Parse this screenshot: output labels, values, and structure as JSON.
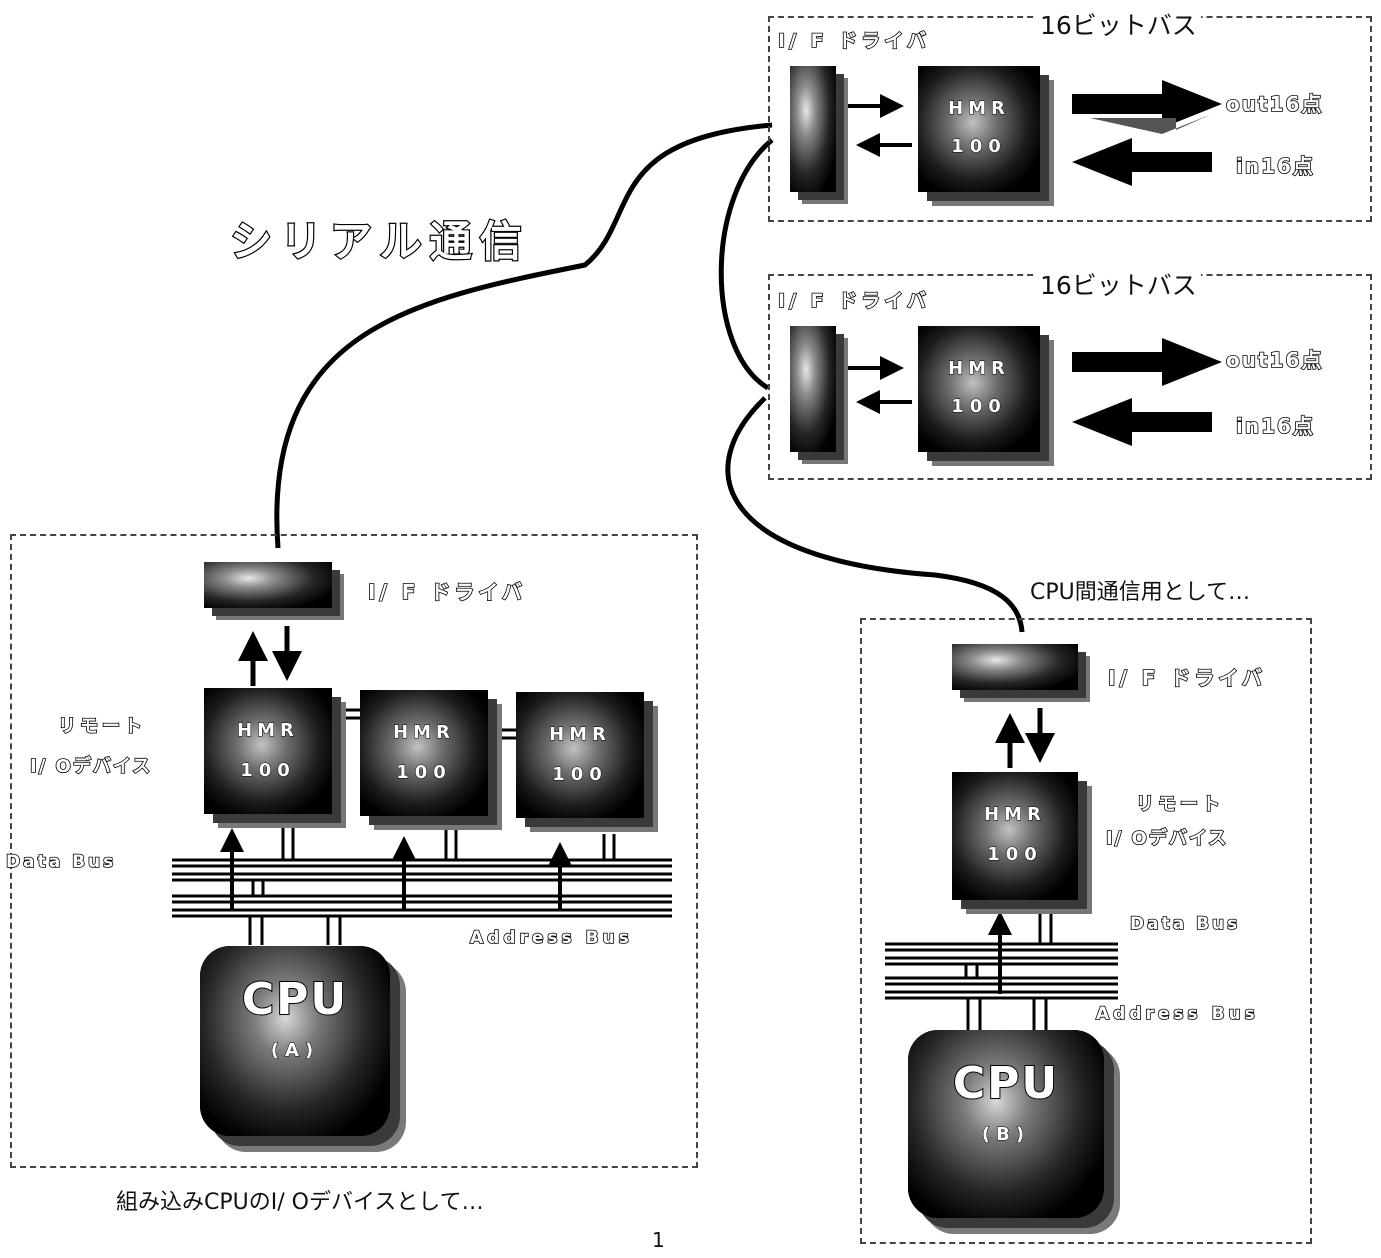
{
  "title": "シリアル通信",
  "bus16": "16ビットバス",
  "if_driver": "I/ F ドライバ",
  "hmr_line1": "HMR",
  "hmr_line2": "100",
  "out16": "out16点",
  "in16": "in16点",
  "remote_line1": "リモート",
  "remote_line2": "I/ Oデバイス",
  "data_bus": "Data Bus",
  "address_bus": "Address Bus",
  "cpu_label": "CPU",
  "cpu_a_sub": "(A)",
  "cpu_b_sub": "(B)",
  "caption_a": "組み込みCPUのI/ Oデバイスとして…",
  "caption_b": "CPU間通信用として…",
  "page_number": "1"
}
